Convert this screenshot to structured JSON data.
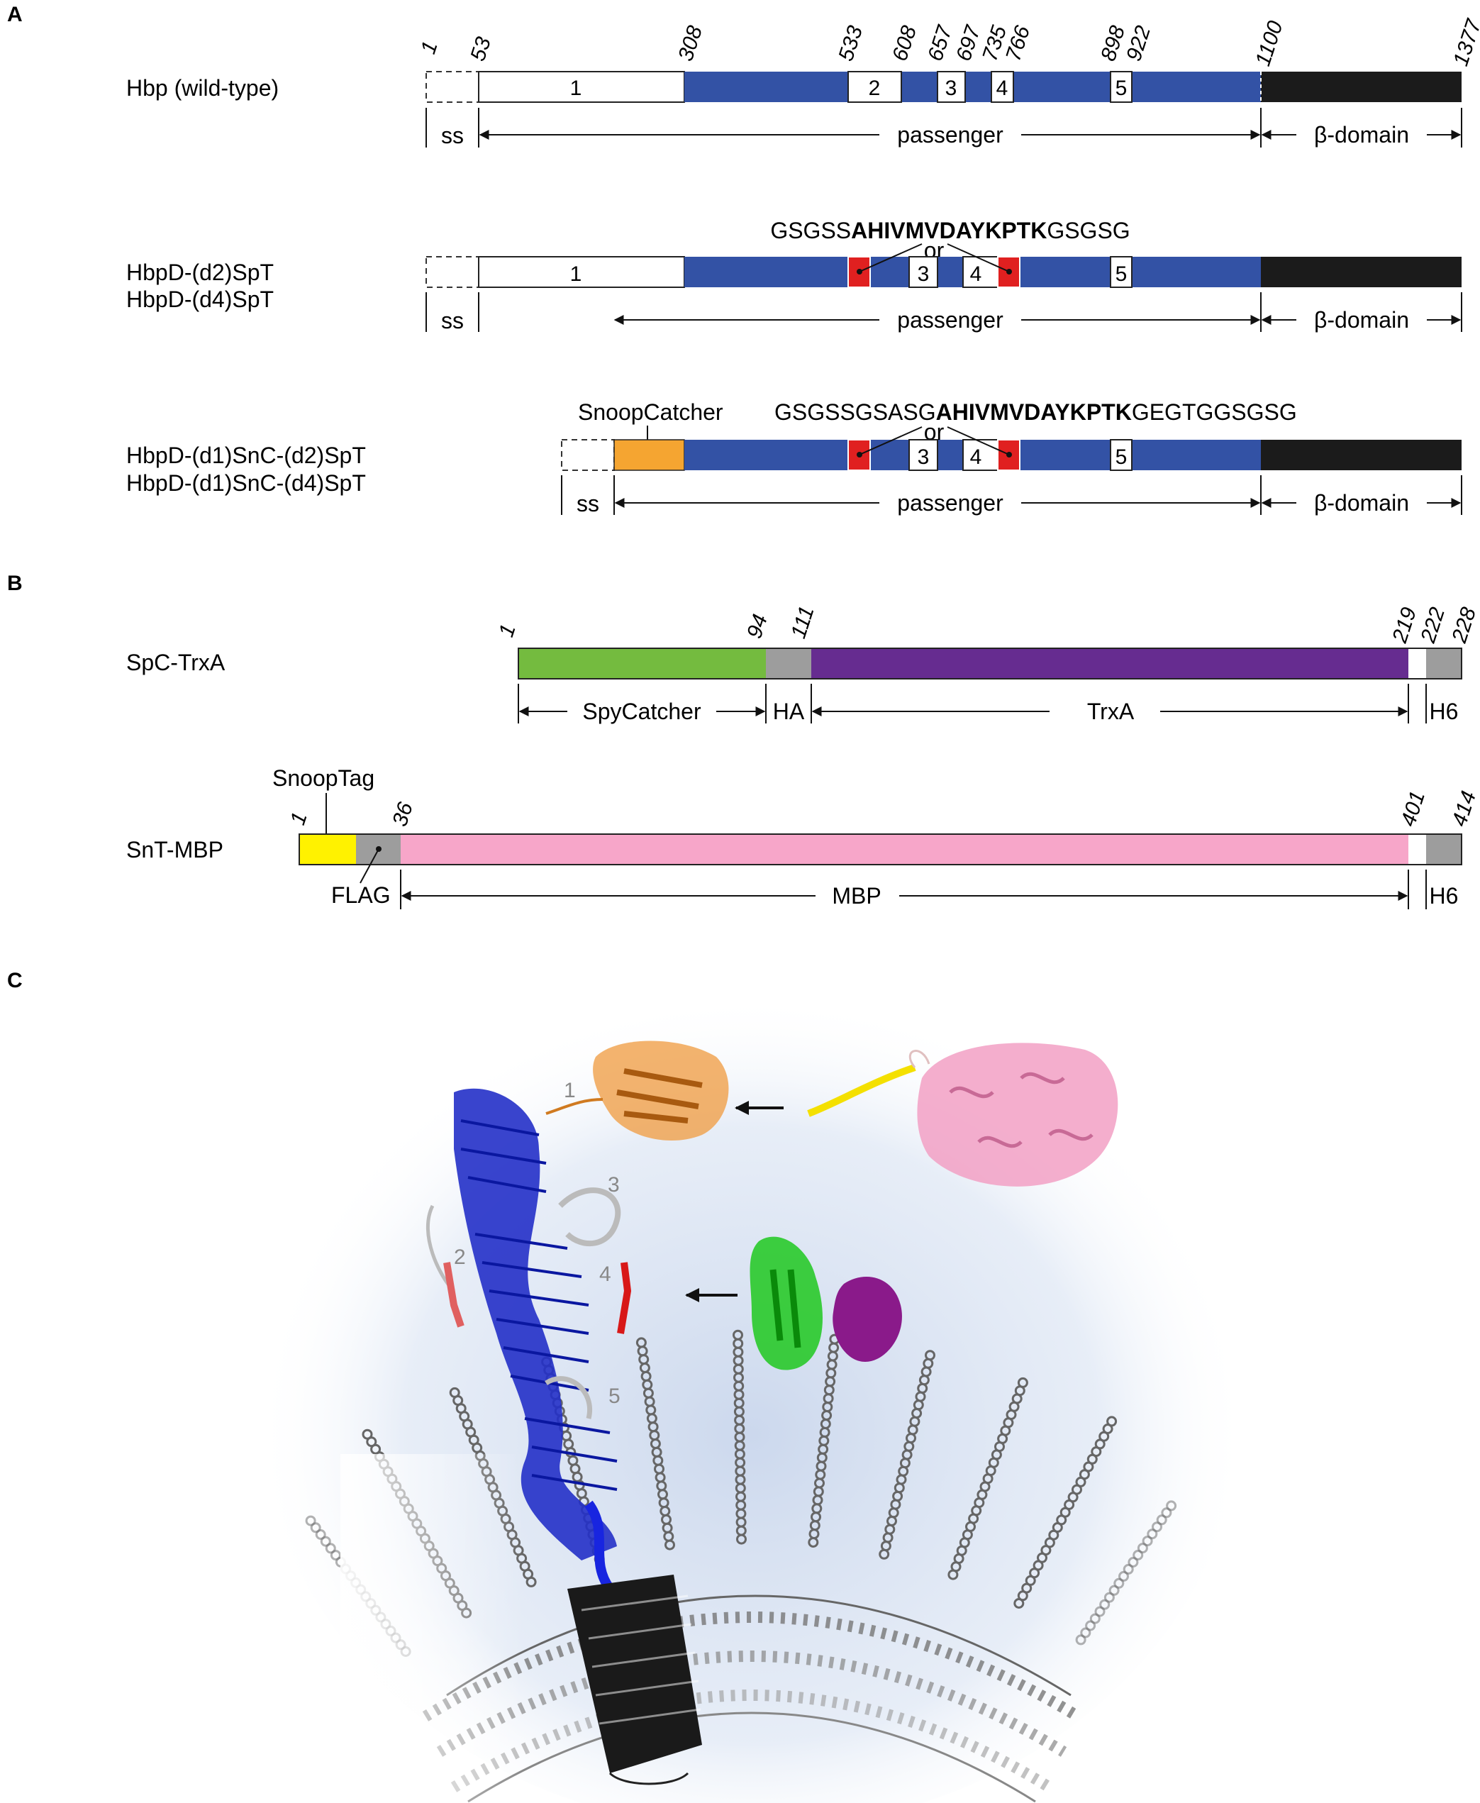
{
  "panels": {
    "a": "A",
    "b": "B",
    "c": "C"
  },
  "colors": {
    "blue": "#3352a5",
    "black": "#1b1b1b",
    "red": "#e02020",
    "orange": "#f5a531",
    "green": "#74bb3f",
    "gray": "#9d9d9d",
    "purple": "#662c90",
    "yellow": "#fff200",
    "pink": "#f7a6c9"
  },
  "a": {
    "wt": {
      "name": "Hbp (wild-type)",
      "ticks": [
        "1",
        "53",
        "308",
        "533",
        "608",
        "657",
        "697",
        "735",
        "766",
        "898",
        "922",
        "1100",
        "1377"
      ],
      "domains": [
        "1",
        "2",
        "3",
        "4",
        "5"
      ],
      "labels": {
        "ss": "ss",
        "passenger": "passenger",
        "beta": "β-domain"
      }
    },
    "spt": {
      "names": [
        "HbpD-(d2)SpT",
        "HbpD-(d4)SpT"
      ],
      "seq_pre": "GSGSS",
      "seq_bold": "AHIVMVDAYKPTK",
      "seq_post": "GSGSG",
      "or": "or",
      "domains": [
        "1",
        "3",
        "4",
        "5"
      ],
      "labels": {
        "ss": "ss",
        "passenger": "passenger",
        "beta": "β-domain"
      }
    },
    "snc": {
      "names": [
        "HbpD-(d1)SnC-(d2)SpT",
        "HbpD-(d1)SnC-(d4)SpT"
      ],
      "catcher": "SnoopCatcher",
      "seq_pre": "GSGSSGSASG",
      "seq_bold": "AHIVMVDAYKPTK",
      "seq_post": "GEGTGGSGSG",
      "or": "or",
      "domains": [
        "3",
        "4",
        "5"
      ],
      "labels": {
        "ss": "ss",
        "passenger": "passenger",
        "beta": "β-domain"
      }
    }
  },
  "b": {
    "spc": {
      "name": "SpC-TrxA",
      "ticks": [
        "1",
        "94",
        "111",
        "219",
        "222",
        "228"
      ],
      "labels": {
        "spycatcher": "SpyCatcher",
        "ha": "HA",
        "trxa": "TrxA",
        "h6": "H6"
      }
    },
    "snt": {
      "name": "SnT-MBP",
      "ticks": [
        "1",
        "36",
        "401",
        "414"
      ],
      "labels": {
        "snooptag": "SnoopTag",
        "flag": "FLAG",
        "mbp": "MBP",
        "h6": "H6"
      }
    }
  },
  "c": {
    "numbers": [
      "1",
      "2",
      "3",
      "4",
      "5"
    ]
  }
}
